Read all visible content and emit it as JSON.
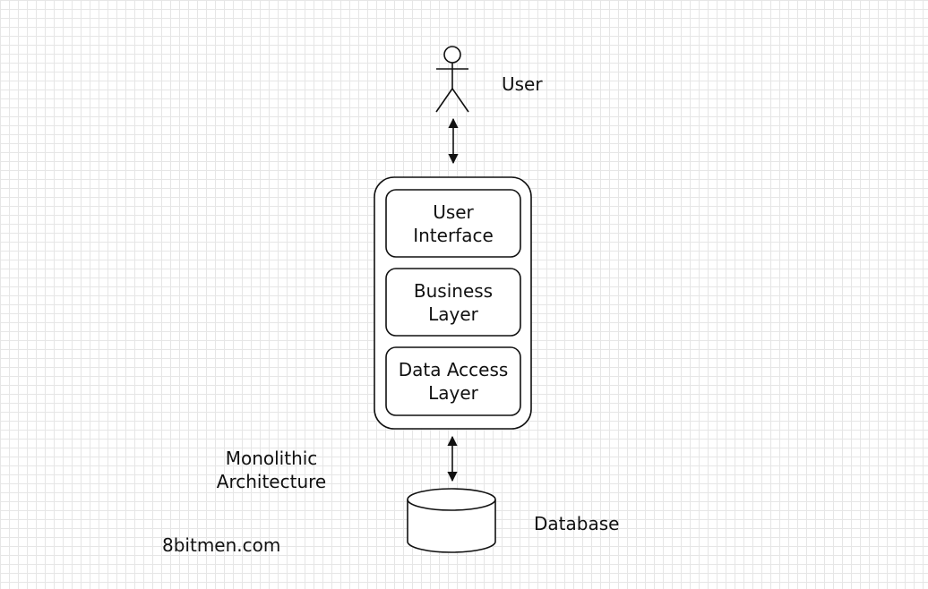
{
  "diagram": {
    "user_label": "User",
    "layers": [
      {
        "label": "User\nInterface"
      },
      {
        "label": "Business\nLayer"
      },
      {
        "label": "Data Access\nLayer"
      }
    ],
    "architecture_label": "Monolithic\nArchitecture",
    "database_label": "Database",
    "watermark": "8bitmen.com"
  }
}
